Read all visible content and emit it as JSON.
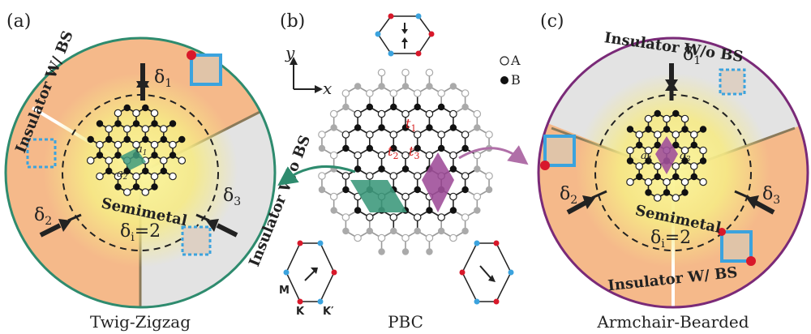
{
  "panels": {
    "a": {
      "label": "(a)",
      "caption": "Twig-Zigzag",
      "region_top_left": "Insulator W/ BS",
      "region_right": "Insulator W/o BS",
      "region_center": "Semimetal",
      "delta_1": "δ",
      "delta_1_sub": "1",
      "delta_2": "δ",
      "delta_2_sub": "2",
      "delta_3": "δ",
      "delta_3_sub": "3",
      "condition_var": "δ",
      "condition_sub": "i",
      "condition_rhs": "=2",
      "vec_1": "a",
      "vec_1_sub": "1",
      "vec_2": "a",
      "vec_2_sub": "2",
      "border_color": "#2e8b6e",
      "fill_color": "#f5b98a"
    },
    "b": {
      "label": "(b)",
      "caption": "PBC",
      "axis_y": "y",
      "axis_x": "x",
      "legend_a": "A",
      "legend_b": "B",
      "hop_1": "t",
      "hop_1_sub": "1",
      "hop_2": "t",
      "hop_2_sub": "2",
      "hop_3": "t",
      "hop_3_sub": "3",
      "bz_m": "M",
      "bz_k": "K",
      "bz_kp": "K′",
      "cell_green": "#3f9a7d",
      "cell_purple": "#a0509a"
    },
    "c": {
      "label": "(c)",
      "caption": "Armchair-Bearded",
      "region_top": "Insulator W/o BS",
      "region_bottom": "Insulator W/ BS",
      "region_center": "Semimetal",
      "delta_1": "δ",
      "delta_1_sub": "1",
      "delta_2": "δ",
      "delta_2_sub": "2",
      "delta_3": "δ",
      "delta_3_sub": "3",
      "condition_var": "δ",
      "condition_sub": "i",
      "condition_rhs": "=2",
      "vec_3": "a",
      "vec_3_sub": "3",
      "vec_4": "a",
      "vec_4_sub": "4",
      "border_color": "#7a2a78",
      "fill_color": "#f5b98a"
    }
  },
  "colors": {
    "gray_region": "#e3e3e3",
    "glow": "#f6f07a",
    "marker_blue": "#3ba3de",
    "marker_red": "#d8182a",
    "node_dark": "#111111"
  }
}
